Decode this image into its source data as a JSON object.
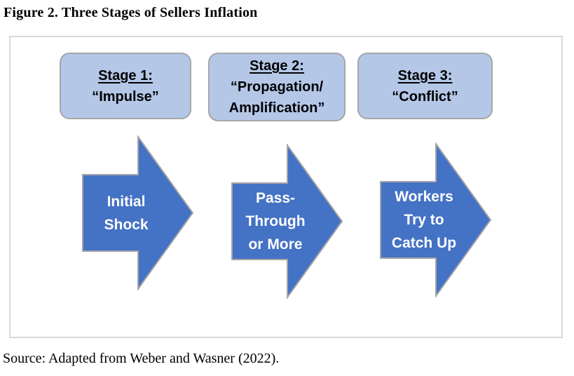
{
  "figure": {
    "title": "Figure 2. Three Stages of Sellers Inflation",
    "source": "Source: Adapted from Weber and Wasner (2022)."
  },
  "colors": {
    "arrow_fill": "#4472C4",
    "arrow_border": "#A6A6A6",
    "arrow_text": "#FFFFFF",
    "box_fill": "#B4C7E7",
    "box_border": "#A6A6A6",
    "frame_border": "#D9D9D9",
    "text": "#000000"
  },
  "stages": [
    {
      "heading": "Stage 1:",
      "box_line_1": "“Impulse”",
      "arrow_line_1": "Initial",
      "arrow_line_2": "Shock"
    },
    {
      "heading": "Stage 2:",
      "box_line_1": "“Propagation/",
      "box_line_2": "Amplification”",
      "arrow_line_1": "Pass-",
      "arrow_line_2": "Through",
      "arrow_line_3": "or More"
    },
    {
      "heading": "Stage 3:",
      "box_line_1": "“Conflict”",
      "arrow_line_1": "Workers",
      "arrow_line_2": "Try to",
      "arrow_line_3": "Catch Up"
    }
  ]
}
